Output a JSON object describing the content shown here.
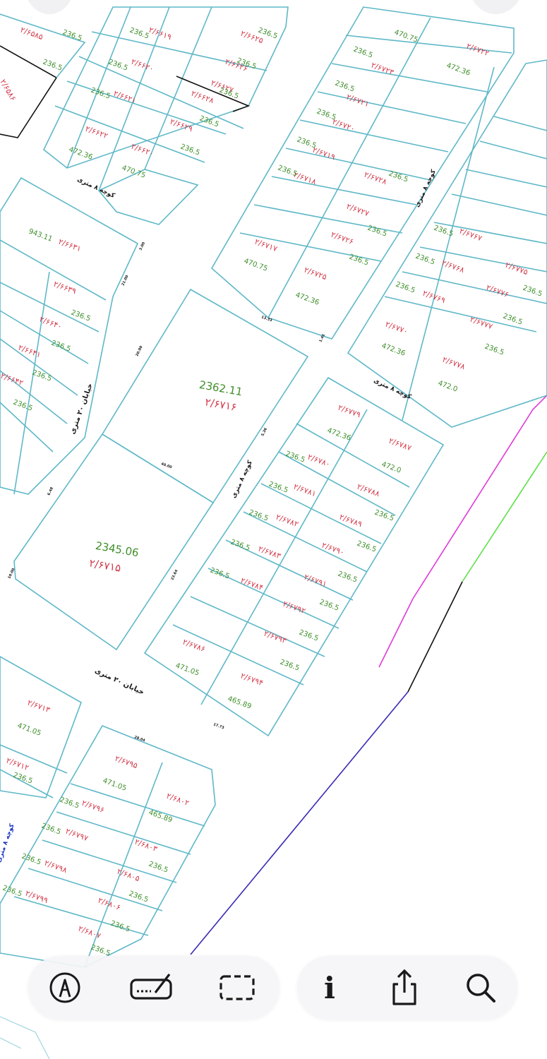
{
  "map": {
    "big_blocks": [
      {
        "area": "2362.11",
        "id": "۲/۶۷۱۶"
      },
      {
        "area": "2345.06",
        "id": "۲/۶۷۱۵"
      }
    ],
    "parcels": [
      {
        "area": "236.5",
        "id": "۲/۶۶۲۵"
      },
      {
        "area": "236.5",
        "id": "۲/۶۶۲۶"
      },
      {
        "area": "236.5",
        "id": "۲/۶۶۲۷"
      },
      {
        "area": "236.5",
        "id": "۲/۶۶۲۸"
      },
      {
        "area": "236.5",
        "id": "۲/۶۶۲۹"
      },
      {
        "area": "472.36",
        "id": "۲/۶۶۲۲"
      },
      {
        "area": "470.75",
        "id": "۲/۶۶۲۰"
      },
      {
        "area": "236.5",
        "id": "۲/۶۶۱۹"
      },
      {
        "area": "236.5",
        "id": "۲/۶۶۲۰"
      },
      {
        "area": "236.5",
        "id": "۲/۶۶۲۱"
      },
      {
        "area": "236.5",
        "id": "۲/۶۵۸۵"
      },
      {
        "area": "236.5",
        "id": "۲/۶۵۸۶"
      },
      {
        "area": "943.11",
        "id": "۲/۶۶۳۱"
      },
      {
        "area": "236.5",
        "id": "۲/۶۶۳۹"
      },
      {
        "area": "236.5",
        "id": "۲/۶۶۴۰"
      },
      {
        "area": "236.5",
        "id": "۲/۶۶۴۱"
      },
      {
        "area": "236.5",
        "id": "۲/۶۶۴۲"
      },
      {
        "area": "470.75",
        "id": "۲/۶۷۲۲"
      },
      {
        "area": "472.36",
        "id": "۲/۶۷۲۲"
      },
      {
        "area": "236.5",
        "id": "۲/۶۷۲۳"
      },
      {
        "area": "236.5",
        "id": "۲/۶۷۲۱"
      },
      {
        "area": "236.5",
        "id": "۲/۶۷۲۰"
      },
      {
        "area": "236.5",
        "id": "۲/۶۷۱۹"
      },
      {
        "area": "236.5",
        "id": "۲/۶۷۱۸"
      },
      {
        "area": "236.5",
        "id": "۲/۶۷۲۸"
      },
      {
        "area": "236.5",
        "id": "۲/۶۷۲۷"
      },
      {
        "area": "236.5",
        "id": "۲/۶۷۲۶"
      },
      {
        "area": "470.75",
        "id": "۲/۶۷۱۷"
      },
      {
        "area": "472.36",
        "id": "۲/۶۷۲۵"
      },
      {
        "area": "472.36",
        "id": "۲/۶۷۷۰"
      },
      {
        "area": "472.0",
        "id": "۲/۶۷۷۸"
      },
      {
        "area": "236.5",
        "id": "۲/۶۷۶۷"
      },
      {
        "area": "236.5",
        "id": "۲/۶۷۶۸"
      },
      {
        "area": "236.5",
        "id": "۲/۶۷۶۹"
      },
      {
        "area": "236.5",
        "id": "۲/۶۷۷۵"
      },
      {
        "area": "236.5",
        "id": "۲/۶۷۷۶"
      },
      {
        "area": "236.5",
        "id": "۲/۶۷۷۷"
      },
      {
        "area": "472.36",
        "id": "۲/۶۷۷۹"
      },
      {
        "area": "472.0",
        "id": "۲/۶۷۸۷"
      },
      {
        "area": "236.5",
        "id": "۲/۶۷۸۰"
      },
      {
        "area": "236.5",
        "id": "۲/۶۷۸۱"
      },
      {
        "area": "236.5",
        "id": "۲/۶۷۸۲"
      },
      {
        "area": "236.5",
        "id": "۲/۶۷۸۳"
      },
      {
        "area": "236.5",
        "id": "۲/۶۷۸۴"
      },
      {
        "area": "236.5",
        "id": "۲/۶۷۸۸"
      },
      {
        "area": "236.5",
        "id": "۲/۶۷۸۹"
      },
      {
        "area": "236.5",
        "id": "۲/۶۷۹۰"
      },
      {
        "area": "236.5",
        "id": "۲/۶۷۹۱"
      },
      {
        "area": "236.5",
        "id": "۲/۶۷۹۲"
      },
      {
        "area": "236.5",
        "id": "۲/۶۷۹۳"
      },
      {
        "area": "471.05",
        "id": "۲/۶۷۸۶"
      },
      {
        "area": "465.89",
        "id": "۲/۶۷۹۴"
      },
      {
        "area": "471.05",
        "id": "۲/۶۷۱۳"
      },
      {
        "area": "236.5",
        "id": "۲/۶۷۱۲"
      },
      {
        "area": "471.05",
        "id": "۲/۶۷۹۵"
      },
      {
        "area": "465.89",
        "id": "۲/۶۸۰۲"
      },
      {
        "area": "236.5",
        "id": "۲/۶۷۹۶"
      },
      {
        "area": "236.5",
        "id": "۲/۶۷۹۷"
      },
      {
        "area": "236.5",
        "id": "۲/۶۷۹۸"
      },
      {
        "area": "236.5",
        "id": "۲/۶۷۹۹"
      },
      {
        "area": "236.5",
        "id": "۲/۶۸۰۳"
      },
      {
        "area": "236.5",
        "id": "۲/۶۸۰۵"
      },
      {
        "area": "236.5",
        "id": "۲/۶۸۰۶"
      },
      {
        "area": "236.5",
        "id": "۲/۶۸۰۷"
      }
    ],
    "road_labels": {
      "main_road_20m_a": "خیابان ۲۰ متری",
      "main_road_20m_b": "خیابان ۲۰ متری",
      "alley_8m_a": "کوچه ۸ متری",
      "alley_8m_b": "کوچه ۸ متری",
      "alley_8m_c": "کوچه ۸ متری",
      "alley_8m_d": "کوچه ۸ متری",
      "alley_8m_blue": "کوچه ۸ متری"
    },
    "dimension_labels": [
      "40.00",
      "23.64",
      "13.33",
      "28.04",
      "17.73",
      "5.36",
      "6.48",
      "1.41",
      "3.00",
      "21.00",
      "20.00",
      "10.00"
    ],
    "colors": {
      "parcel_line": "#5fb8c8",
      "area_text": "#3f8f2a",
      "id_text": "#d23a4a",
      "magenta_line": "#e03ad8",
      "green_line": "#5ee04a",
      "black_line": "#111111",
      "purple_line": "#3a2ab8"
    }
  },
  "toolbar": {
    "markup_icon": "markup-pen-icon",
    "signature_icon": "signature-icon",
    "select_icon": "dashed-rectangle-icon",
    "info_label": "i",
    "share_icon": "share-icon",
    "search_icon": "magnifier-icon"
  }
}
